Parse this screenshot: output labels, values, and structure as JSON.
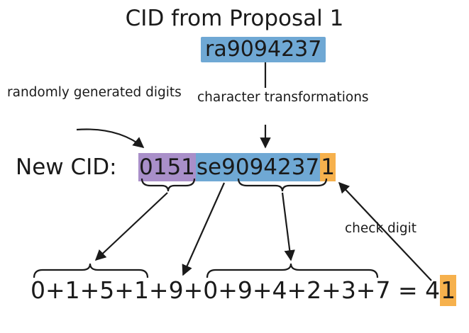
{
  "title": "CID from Proposal 1",
  "old_cid": "ra9094237",
  "notes": {
    "random": "randomly generated digits",
    "transform": "character transformations",
    "check": "check digit"
  },
  "new_cid": {
    "label": "New CID:",
    "random_part": "0151",
    "transformed_part": "se9094237",
    "check_part": "1"
  },
  "sum": {
    "expression": "0+1+5+1+9+0+9+4+2+3+7 = 4",
    "check_digit": "1"
  },
  "colors": {
    "cid_blue": "#6fa8d4",
    "random_purple": "#a98fc9",
    "check_orange": "#f6b14d",
    "ink": "#1a1a1a"
  }
}
